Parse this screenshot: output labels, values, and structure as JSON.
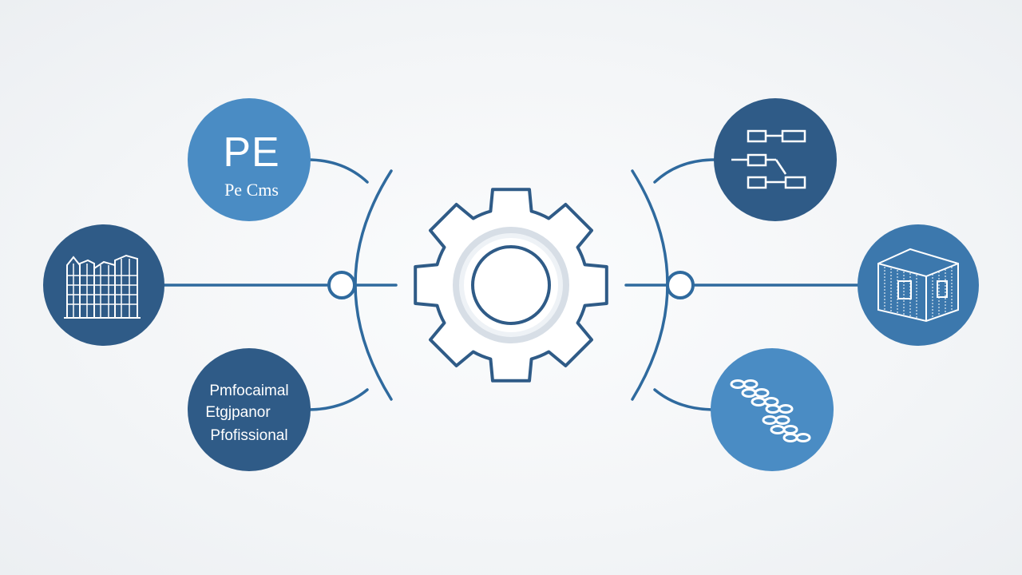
{
  "nodes": {
    "pe_circle": {
      "title": "PE",
      "subtitle": "Pe Cms"
    },
    "professional_circle": {
      "lines": [
        "Pmfocaimal",
        "Etgjpanor",
        "Pfofissional"
      ]
    }
  },
  "icons": {
    "pe": "pe-badge-icon",
    "building": "building-icon",
    "professional": "professional-text-icon",
    "flowchart": "flowchart-icon",
    "cube": "cube-icon",
    "chain": "chain-icon",
    "gear": "gear-icon"
  },
  "colors": {
    "light_blue": "#4a8cc4",
    "dark_blue": "#2f5b87",
    "mid_blue": "#3c78ad",
    "line_blue": "#2f6a9e",
    "background": "#f3f5f7"
  }
}
